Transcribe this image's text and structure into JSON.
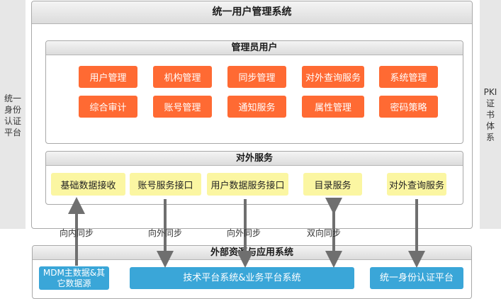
{
  "left_panel": {
    "text": "统一身份认证平台",
    "lines": [
      "统一",
      "身份",
      "认证",
      "平台"
    ]
  },
  "right_panel": {
    "lines": [
      "PKI",
      "证",
      "书",
      "体",
      "系"
    ]
  },
  "main": {
    "title": "统一用户管理系统",
    "admin": {
      "title": "管理员用户",
      "row1": [
        "用户管理",
        "机构管理",
        "同步管理",
        "对外查询服务",
        "系统管理"
      ],
      "row2": [
        "综合审计",
        "账号管理",
        "通知服务",
        "属性管理",
        "密码策略"
      ]
    },
    "services": {
      "title": "对外服务",
      "items": [
        "基础数据接收",
        "账号服务接口",
        "用户数据服务接口",
        "目录服务",
        "对外查询服务"
      ]
    }
  },
  "arrow_labels": [
    "向内同步",
    "向外同步",
    "向外同步",
    "双向同步"
  ],
  "external": {
    "title": "外部资源与应用系统",
    "mdm": "MDM主数据&其它数据源",
    "mdm_lines": [
      "MDM主数据&其",
      "它数据源"
    ],
    "tech": "技术平台系统&业务平台系统",
    "auth": "统一身份认证平台"
  },
  "colors": {
    "orange": "#ff6a33",
    "yellow": "#fbf6a2",
    "blue": "#3aa6d8",
    "arrow": "#6f6f6f",
    "panel": "#e7e7e7"
  }
}
